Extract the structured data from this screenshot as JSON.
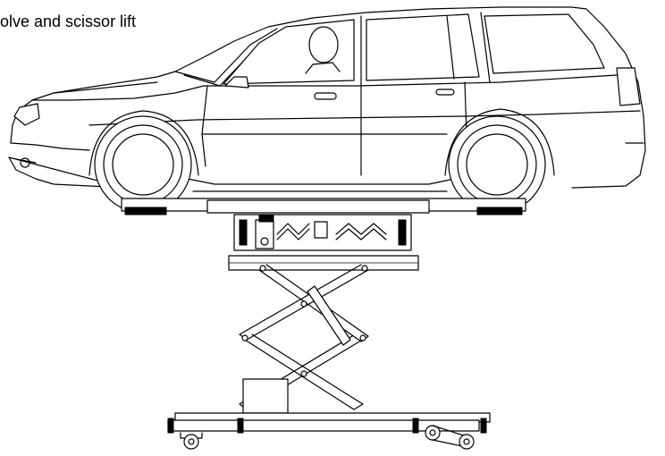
{
  "figure": {
    "caption": "olve and scissor lift"
  },
  "colors": {
    "line": "#000000",
    "background": "#ffffff"
  },
  "icons": {
    "car": "station-wagon-line-drawing",
    "lift": "scissor-lift-line-drawing"
  }
}
